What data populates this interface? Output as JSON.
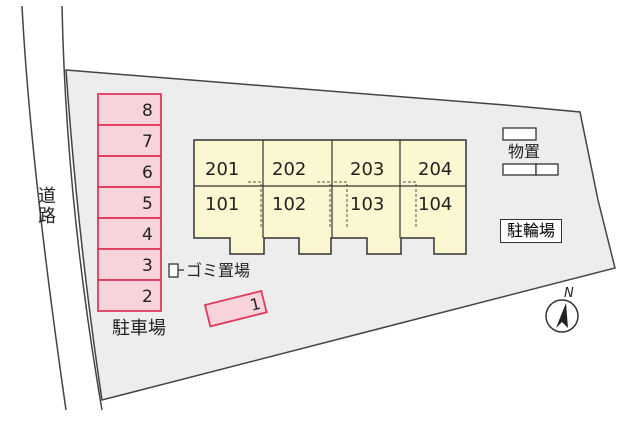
{
  "road": {
    "label": "道路"
  },
  "parking": {
    "label": "駐車場",
    "slots": [
      "8",
      "7",
      "6",
      "5",
      "4",
      "3",
      "2"
    ],
    "extra_slot": "1",
    "slot_color": "#f7d3dc",
    "slot_border": "#e03a5c"
  },
  "building": {
    "fill": "#fbf7d0",
    "upper_units": [
      "201",
      "202",
      "203",
      "204"
    ],
    "lower_units": [
      "101",
      "102",
      "103",
      "104"
    ]
  },
  "garbage": {
    "label": "ゴミ置場"
  },
  "storage": {
    "label": "物置"
  },
  "bike_parking": {
    "label": "駐輪場"
  },
  "compass": {
    "label": "N",
    "icon": "compass-north-icon"
  },
  "lot_fill": "#ededed"
}
